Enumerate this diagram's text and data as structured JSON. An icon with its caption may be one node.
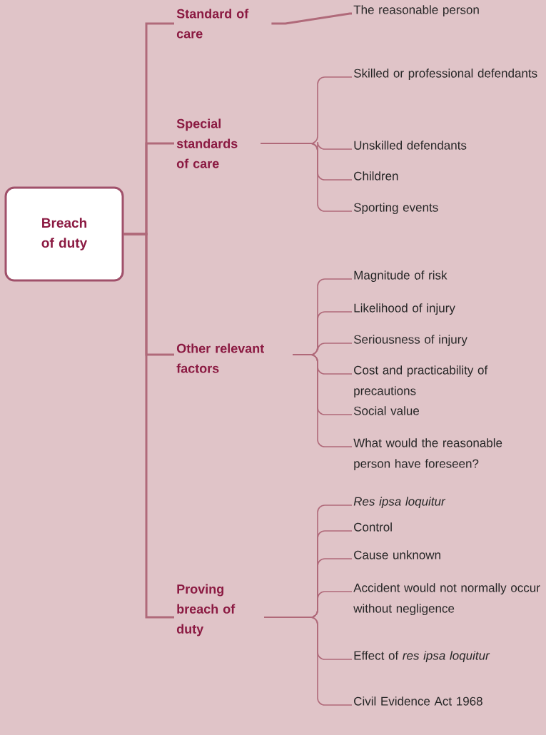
{
  "diagram": {
    "nodes": [
      {
        "text": [
          "Breach of duty"
        ]
      },
      {
        "text": [
          "Standard of care"
        ]
      },
      {
        "text": [
          "Special standards of care"
        ]
      },
      {
        "text": [
          "Other relevant factors"
        ]
      },
      {
        "text": [
          "Proving breach of duty"
        ]
      },
      {
        "text": [
          "The reasonable person"
        ]
      },
      {
        "text": [
          "Skilled or professional defendants"
        ]
      },
      {
        "text": [
          "Unskilled defendants"
        ]
      },
      {
        "text": [
          "Children"
        ]
      },
      {
        "text": [
          "Sporting events"
        ]
      },
      {
        "text": [
          "Magnitude of risk"
        ]
      },
      {
        "text": [
          "Likelihood of injury"
        ]
      },
      {
        "text": [
          "Seriousness of injury"
        ]
      },
      {
        "text": [
          "Cost and practicability of precautions"
        ]
      },
      {
        "text": [
          "Social value"
        ]
      },
      {
        "text": [
          "What would the reasonable person have foreseen?"
        ]
      },
      {
        "text": [
          "Res ipsa loquitur"
        ]
      },
      {
        "text": [
          "Control"
        ]
      },
      {
        "text": [
          "Cause unknown"
        ]
      },
      {
        "text": [
          "Accident would not normally occur without negligence"
        ]
      },
      {
        "text": [
          "Effect of *res ipsa loquitur*"
        ]
      },
      {
        "text": [
          "Civil Evidence Act 1968"
        ]
      }
    ],
    "edges": [
      {
        "from": 0,
        "to": 1,
        "arrow": "none"
      },
      {
        "from": 0,
        "to": 2,
        "arrow": "none"
      },
      {
        "from": 0,
        "to": 3,
        "arrow": "none"
      },
      {
        "from": 0,
        "to": 4,
        "arrow": "none"
      },
      {
        "from": 1,
        "to": 5,
        "arrow": "none"
      },
      {
        "from": 2,
        "to": 6,
        "arrow": "none"
      },
      {
        "from": 2,
        "to": 7,
        "arrow": "none"
      },
      {
        "from": 2,
        "to": 8,
        "arrow": "none"
      },
      {
        "from": 2,
        "to": 9,
        "arrow": "none"
      },
      {
        "from": 3,
        "to": 10,
        "arrow": "none"
      },
      {
        "from": 3,
        "to": 11,
        "arrow": "none"
      },
      {
        "from": 3,
        "to": 12,
        "arrow": "none"
      },
      {
        "from": 3,
        "to": 13,
        "arrow": "none"
      },
      {
        "from": 3,
        "to": 14,
        "arrow": "none"
      },
      {
        "from": 3,
        "to": 15,
        "arrow": "none"
      },
      {
        "from": 4,
        "to": 16,
        "arrow": "none"
      },
      {
        "from": 4,
        "to": 17,
        "arrow": "none"
      },
      {
        "from": 4,
        "to": 18,
        "arrow": "none"
      },
      {
        "from": 4,
        "to": 19,
        "arrow": "none"
      },
      {
        "from": 4,
        "to": 20,
        "arrow": "none"
      },
      {
        "from": 4,
        "to": 21,
        "arrow": "none"
      }
    ]
  }
}
